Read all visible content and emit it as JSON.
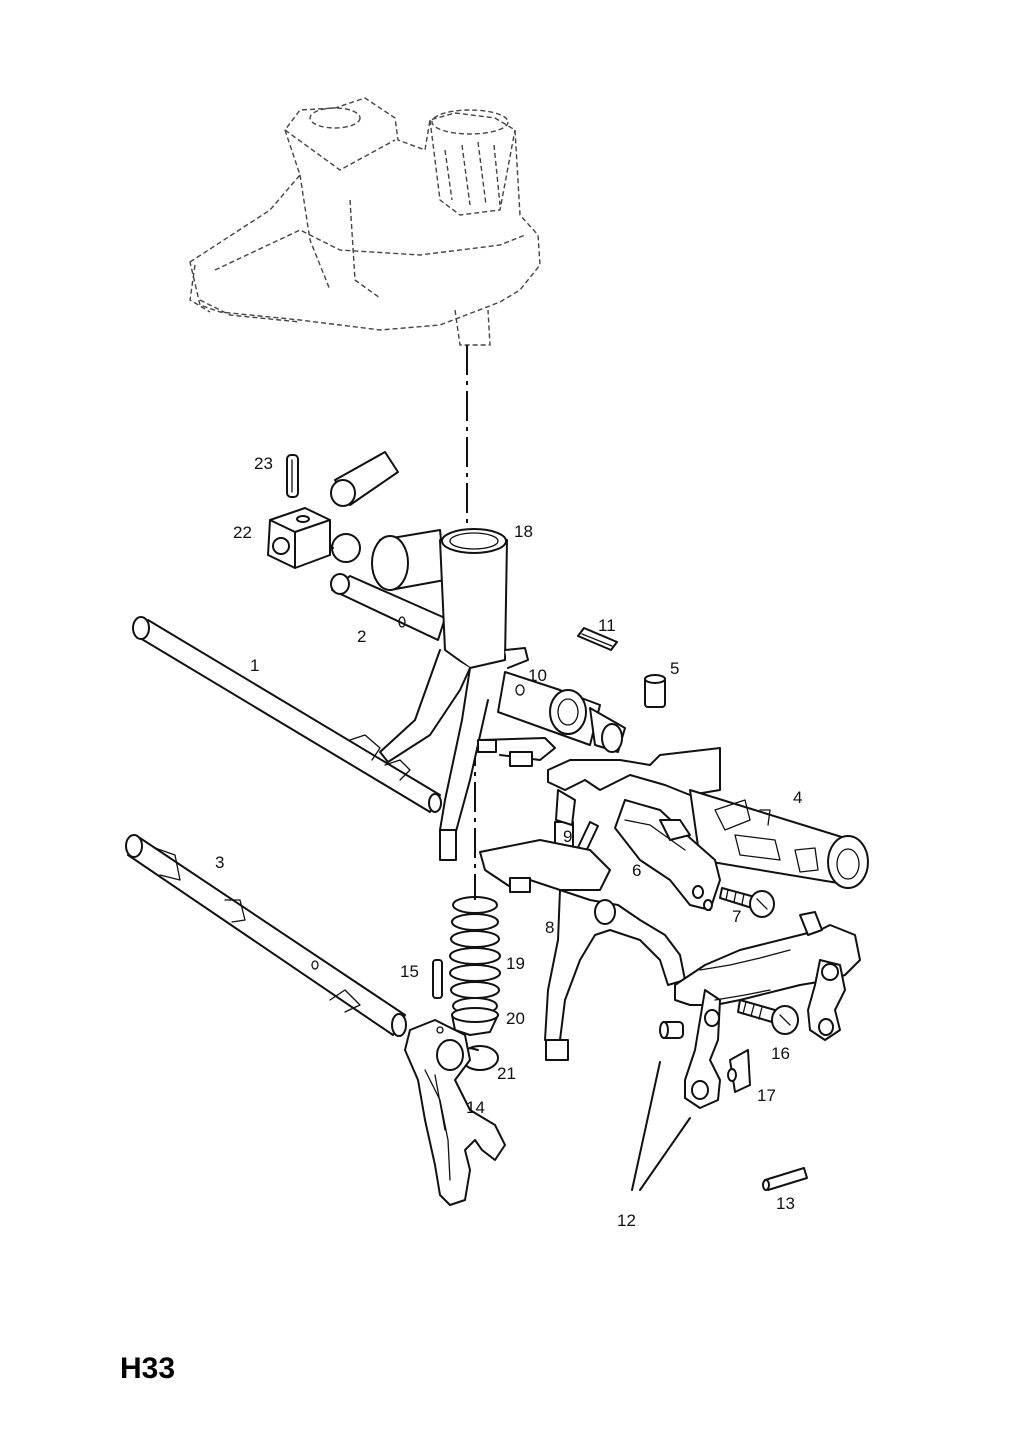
{
  "diagram_code": "H33",
  "callouts": {
    "c1": "1",
    "c2": "2",
    "c3": "3",
    "c4": "4",
    "c5": "5",
    "c6": "6",
    "c7": "7",
    "c8": "8",
    "c9": "9",
    "c10": "10",
    "c11": "11",
    "c12": "12",
    "c13": "13",
    "c14": "14",
    "c15": "15",
    "c16": "16",
    "c17": "17",
    "c18": "18",
    "c19": "19",
    "c20": "20",
    "c21": "21",
    "c22": "22",
    "c23": "23"
  }
}
